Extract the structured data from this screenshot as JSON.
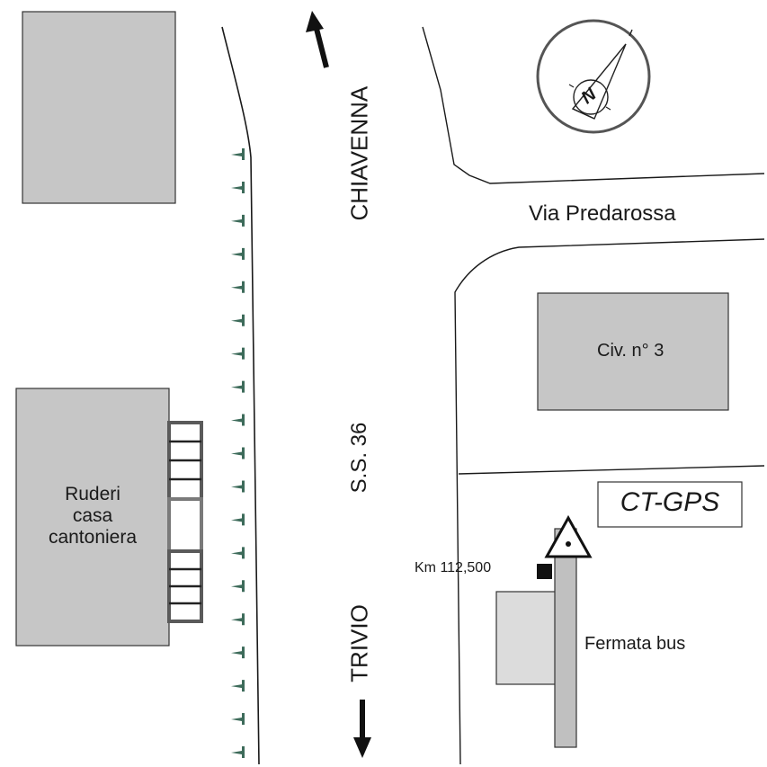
{
  "labels": {
    "north_direction": "CHIAVENNA",
    "road_name": "S.S. 36",
    "south_direction": "TRIVIO",
    "side_street": "Via Predarossa",
    "building_civic": "Civ. n° 3",
    "ruins_line1": "Ruderi",
    "ruins_line2": "casa",
    "ruins_line3": "cantoniera",
    "gps_point": "CT-GPS",
    "km_marker": "Km 112,500",
    "bus_stop": "Fermata bus",
    "compass_letter": "N"
  },
  "colors": {
    "building_fill": "#c6c6c6",
    "shelter_fill": "#dcdcdc",
    "bus_platform_fill": "#c0c0c0",
    "tree_marker": "#3d6b5a",
    "line": "#1a1a1a",
    "stairs": "#5a5a5a"
  },
  "tree_count": 19
}
